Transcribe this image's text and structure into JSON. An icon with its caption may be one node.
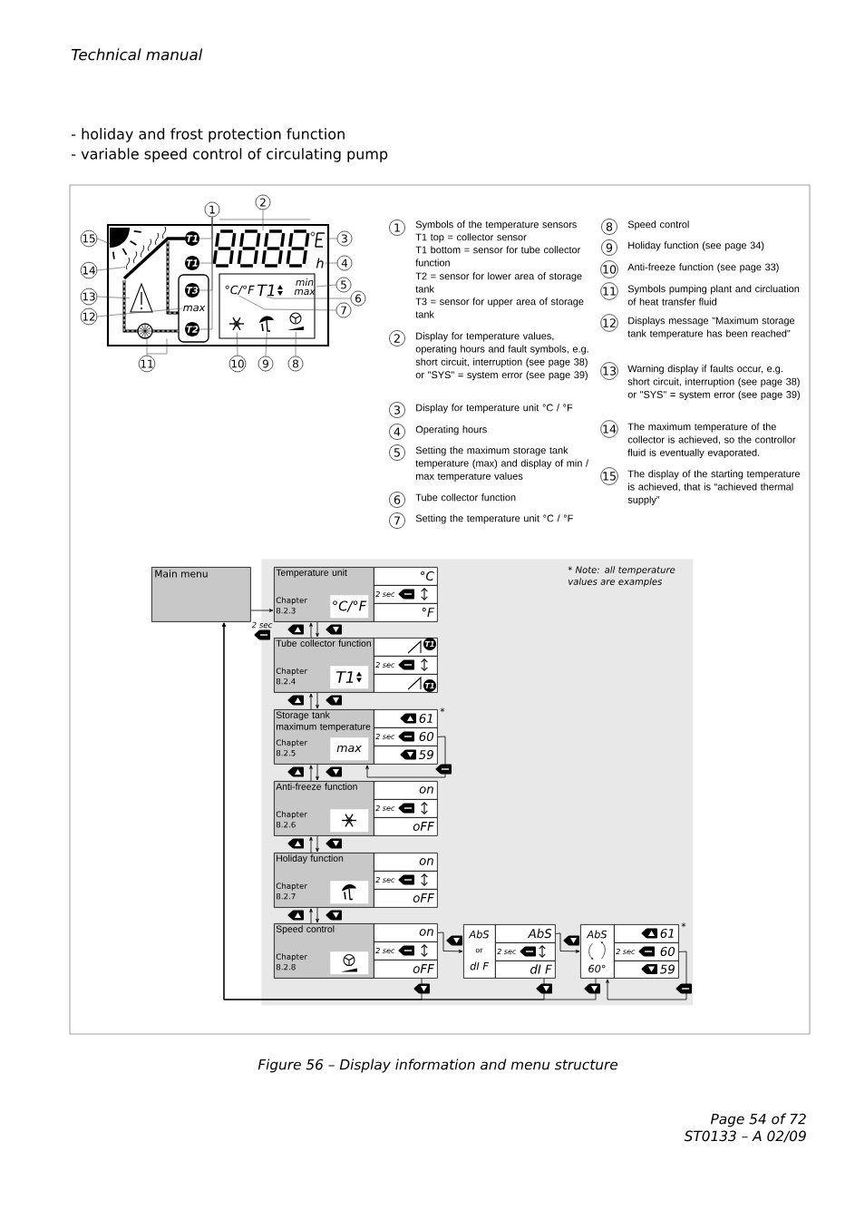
{
  "diagram": {
    "caption": "Figure 56 – Display information and menu structure",
    "nodes": [
      {
        "text": [
          "1"
        ]
      },
      {
        "text": [
          "2"
        ]
      },
      {
        "text": [
          "3"
        ]
      },
      {
        "text": [
          "4"
        ]
      },
      {
        "text": [
          "5"
        ]
      },
      {
        "text": [
          "6"
        ]
      },
      {
        "text": [
          "7"
        ]
      },
      {
        "text": [
          "8"
        ]
      },
      {
        "text": [
          "9"
        ]
      },
      {
        "text": [
          "10"
        ]
      },
      {
        "text": [
          "11"
        ]
      },
      {
        "text": [
          "12"
        ]
      },
      {
        "text": [
          "13"
        ]
      },
      {
        "text": [
          "14"
        ]
      },
      {
        "text": [
          "15"
        ]
      },
      {
        "text": [
          "T1"
        ]
      },
      {
        "text": [
          "T1"
        ]
      },
      {
        "text": [
          "T3"
        ]
      },
      {
        "text": [
          "T2"
        ]
      },
      {
        "text": [
          "Main menu"
        ]
      },
      {
        "text": [
          "* Note: all temperature values are examples"
        ]
      },
      {
        "text": [
          "Temperature unit",
          "Chapter 8.2.3",
          "°C/°F"
        ],
        "in": 20
      },
      {
        "text": [
          "°C"
        ],
        "in": 20
      },
      {
        "text": [
          "2 sec"
        ],
        "in": 20
      },
      {
        "text": [
          "°F"
        ],
        "in": 20
      },
      {
        "text": [
          "Tube collector function",
          "Chapter 8.2.4",
          "T1"
        ],
        "in": 20
      },
      {
        "text": [
          "T1"
        ],
        "in": 20
      },
      {
        "text": [
          "2 sec"
        ],
        "in": 20
      },
      {
        "text": [
          "T1"
        ],
        "in": 20
      },
      {
        "text": [
          "Storage tank maximum temperature",
          "Chapter 8.2.5",
          "max"
        ],
        "in": 20
      },
      {
        "text": [
          "61"
        ],
        "beside": [
          "*"
        ],
        "in": 20
      },
      {
        "text": [
          "2 sec",
          "60"
        ],
        "in": 20
      },
      {
        "text": [
          "59"
        ],
        "in": 20
      },
      {
        "text": [
          "Anti-freeze function",
          "Chapter 8.2.6"
        ],
        "in": 20
      },
      {
        "text": [
          "on"
        ],
        "in": 20
      },
      {
        "text": [
          "2 sec"
        ],
        "in": 20
      },
      {
        "text": [
          "oFF"
        ],
        "in": 20
      },
      {
        "text": [
          "Holiday function",
          "Chapter 8.2.7"
        ],
        "in": 20
      },
      {
        "text": [
          "on"
        ],
        "in": 20
      },
      {
        "text": [
          "2 sec"
        ],
        "in": 20
      },
      {
        "text": [
          "oFF"
        ],
        "in": 20
      },
      {
        "text": [
          "Speed control",
          "Chapter 8.2.8"
        ],
        "in": 20
      },
      {
        "text": [
          "on"
        ],
        "in": 20
      },
      {
        "text": [
          "2 sec"
        ],
        "in": 20
      },
      {
        "text": [
          "oFF"
        ],
        "in": 20
      },
      {
        "text": [
          "AbS",
          "or",
          "dI F"
        ],
        "in": 20
      },
      {
        "text": [
          "AbS"
        ],
        "in": 20
      },
      {
        "text": [
          "2 sec"
        ],
        "in": 20
      },
      {
        "text": [
          "dI F"
        ],
        "in": 20
      },
      {
        "text": [
          "AbS",
          "60°"
        ],
        "in": 20
      },
      {
        "text": [
          "61"
        ],
        "beside": [
          "*"
        ],
        "in": 20
      },
      {
        "text": [
          "2 sec",
          "60"
        ],
        "in": 20
      },
      {
        "text": [
          "59"
        ],
        "in": 20
      },
      {
        "text": [
          "1"
        ],
        "beside": [
          "Symbols of the temperature sensors",
          "T1 top = collector sensor",
          "T1 bottom = sensor for tube collector function",
          "T2 = sensor for lower area of storage tank",
          "T3 = sensor for upper area of storage tank"
        ]
      },
      {
        "text": [
          "2"
        ],
        "beside": [
          "Display for temperature values, operating hours and fault symbols, e.g. short circuit, interruption (see page 38) or \"SYS\" = system error (see page 39)"
        ]
      },
      {
        "text": [
          "3"
        ],
        "beside": [
          "Display for temperature unit °C / °F"
        ]
      },
      {
        "text": [
          "4"
        ],
        "beside": [
          "Operating hours"
        ]
      },
      {
        "text": [
          "5"
        ],
        "beside": [
          "Setting the maximum storage tank temperature (max) and display of min / max temperature values"
        ]
      },
      {
        "text": [
          "6"
        ],
        "beside": [
          "Tube collector function"
        ]
      },
      {
        "text": [
          "7"
        ],
        "beside": [
          "Setting the temperature unit °C / °F"
        ]
      },
      {
        "text": [
          "8"
        ],
        "beside": [
          "Speed control"
        ]
      },
      {
        "text": [
          "9"
        ],
        "beside": [
          "Holiday function (see page 34)"
        ]
      },
      {
        "text": [
          "10"
        ],
        "beside": [
          "Anti-freeze function (see page 33)"
        ]
      },
      {
        "text": [
          "11"
        ],
        "beside": [
          "Symbols pumping plant and circluation of heat transfer fluid"
        ]
      },
      {
        "text": [
          "12"
        ],
        "beside": [
          "Displays message \"Maximum storage tank temperature has been reached\""
        ]
      },
      {
        "text": [
          "13"
        ],
        "beside": [
          "Warning display if faults occur, e.g. short circuit, interruption (see page 38) or \"SYS\" = system error (see page 39)"
        ]
      },
      {
        "text": [
          "14"
        ],
        "beside": [
          "The maximum temperature of the collector is achieved, so the controllor fluid is eventually evaporated."
        ]
      },
      {
        "text": [
          "15"
        ],
        "beside": [
          "The display of the starting temperature is achieved, that is “achieved thermal supply”"
        ]
      },
      {
        "text": [],
        "shape": "picture"
      },
      {
        "text": [],
        "shape": "picture"
      },
      {
        "text": [],
        "shape": "picture"
      },
      {
        "text": [
          "h"
        ]
      },
      {
        "text": [
          "°C/°F"
        ]
      },
      {
        "text": [
          "T1"
        ]
      },
      {
        "text": [
          "min max"
        ]
      },
      {
        "text": [
          "max"
        ]
      },
      {
        "text": [],
        "shape": "picture"
      },
      {
        "text": [],
        "shape": "picture"
      },
      {
        "text": [],
        "shape": "picture"
      },
      {
        "text": [],
        "shape": "picture"
      },
      {
        "text": [],
        "shape": "picture"
      }
    ],
    "edges": [
      {
        "from": 0,
        "to": 15,
        "arrow": "none"
      },
      {
        "from": 0,
        "to": 16,
        "arrow": "none"
      },
      {
        "from": 0,
        "to": 17,
        "arrow": "none"
      },
      {
        "from": 0,
        "to": 18,
        "arrow": "none"
      },
      {
        "from": 1,
        "to": 70,
        "arrow": "none"
      },
      {
        "from": 2,
        "to": 70,
        "arrow": "none"
      },
      {
        "from": 3,
        "to": 71,
        "arrow": "none"
      },
      {
        "from": 4,
        "to": 74,
        "arrow": "none"
      },
      {
        "from": 5,
        "to": 73,
        "arrow": "none"
      },
      {
        "from": 6,
        "to": 72,
        "arrow": "none"
      },
      {
        "from": 7,
        "to": 80,
        "arrow": "none"
      },
      {
        "from": 8,
        "to": 79,
        "arrow": "none"
      },
      {
        "from": 9,
        "to": 78,
        "arrow": "none"
      },
      {
        "from": 10,
        "to": 77,
        "arrow": "none"
      },
      {
        "from": 11,
        "to": 75,
        "arrow": "none"
      },
      {
        "from": 12,
        "to": 76,
        "arrow": "none"
      },
      {
        "from": 13,
        "to": 69,
        "arrow": "none"
      },
      {
        "from": 14,
        "to": 68,
        "arrow": "none"
      },
      {
        "from": 19,
        "to": 21,
        "arrow": "to",
        "label": "2 sec"
      },
      {
        "from": 21,
        "to": 25,
        "arrow": "to"
      },
      {
        "from": 25,
        "to": 21,
        "arrow": "to"
      },
      {
        "from": 25,
        "to": 29,
        "arrow": "to"
      },
      {
        "from": 29,
        "to": 25,
        "arrow": "to"
      },
      {
        "from": 29,
        "to": 33,
        "arrow": "to"
      },
      {
        "from": 33,
        "to": 29,
        "arrow": "to"
      },
      {
        "from": 33,
        "to": 37,
        "arrow": "to"
      },
      {
        "from": 37,
        "to": 33,
        "arrow": "to"
      },
      {
        "from": 37,
        "to": 41,
        "arrow": "to"
      },
      {
        "from": 41,
        "to": 37,
        "arrow": "to"
      },
      {
        "from": 31,
        "to": 29,
        "arrow": "to"
      },
      {
        "from": 42,
        "to": 45,
        "arrow": "to"
      },
      {
        "from": 46,
        "to": 49,
        "arrow": "to"
      },
      {
        "from": 51,
        "to": 49,
        "arrow": "to"
      },
      {
        "from": 44,
        "to": 19,
        "arrow": "to"
      },
      {
        "from": 48,
        "to": 19,
        "arrow": "to"
      },
      {
        "from": 49,
        "to": 19,
        "arrow": "to"
      }
    ],
    "labels": [
      "Technical manual",
      "- holiday and frost protection function",
      "- variable speed control of circulating pump",
      "Page 54 of 72",
      "ST0133 – A 02/09"
    ]
  }
}
